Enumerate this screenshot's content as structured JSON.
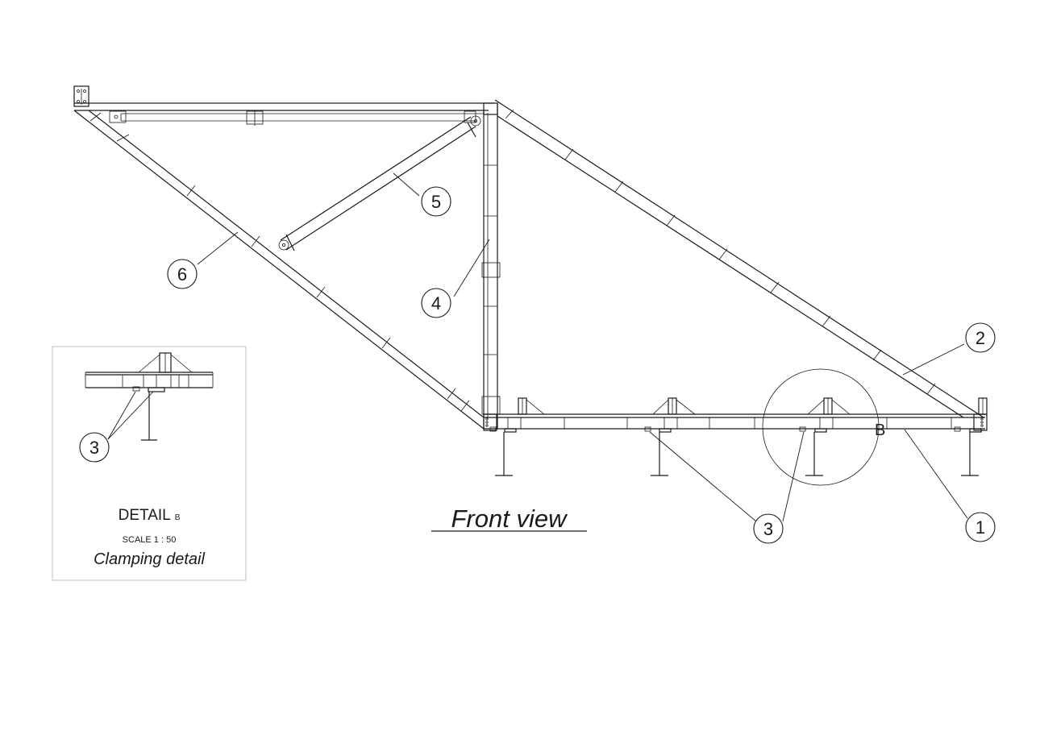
{
  "view": {
    "title": "Front view",
    "section_marker": "B"
  },
  "detail": {
    "title": "DETAIL",
    "title_suffix": "B",
    "scale": "SCALE 1 : 50",
    "caption": "Clamping detail",
    "balloon": "3"
  },
  "balloons": {
    "b1": "1",
    "b2": "2",
    "b3": "3",
    "b4": "4",
    "b5": "5",
    "b6": "6"
  }
}
